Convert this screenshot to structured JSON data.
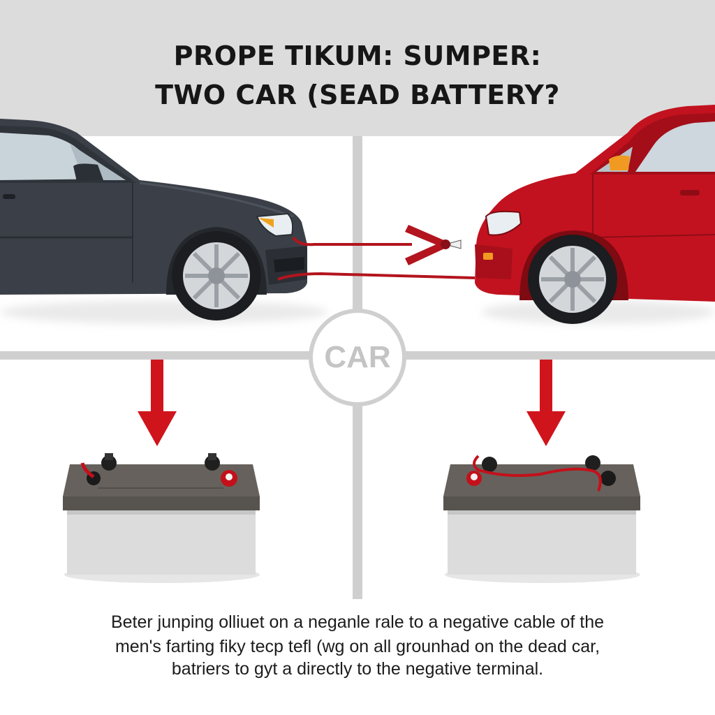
{
  "header": {
    "title_line1": "PROPE TIKUM: SUMPER:",
    "title_line2": "TWO CAR (SEAD BATTERY?"
  },
  "badge": {
    "label": "CAR"
  },
  "caption": {
    "line1": "Beter junping olliuet on a neganle rale to a negative cable of the",
    "line2": "men's farting fiky  tecp tefl (wg on all grounhad on the dead car,",
    "line3": "batriers to gyt a directly to the negative terminal."
  },
  "colors": {
    "header_band": "#dcdcdc",
    "left_car_body": "#3b4048",
    "right_car_body": "#c2121f",
    "cable_red": "#b3141d",
    "arrow_red": "#d0141b",
    "battery_case": "#dcdcdc",
    "battery_lid": "#66615c"
  },
  "icons": {
    "left_car": "gray-sedan-icon",
    "right_car": "red-hatchback-icon",
    "jumper_clamp": "jumper-clamp-icon",
    "arrows": "down-arrow-icon",
    "batteries": "car-battery-icon"
  }
}
